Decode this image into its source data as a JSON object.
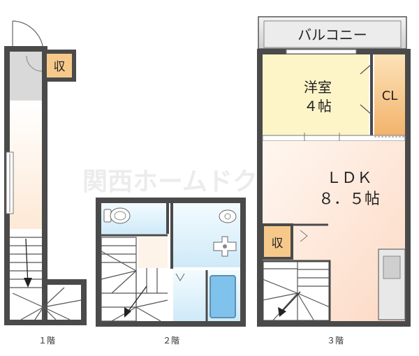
{
  "watermark": "関西ホームドク",
  "floors": [
    {
      "label": "１階"
    },
    {
      "label": "２階"
    },
    {
      "label": "３階"
    }
  ],
  "rooms": {
    "balcony": "バルコニー",
    "western_line1": "洋室",
    "western_line2": "４帖",
    "closet": "CL",
    "ldk_line1": "ＬＤＫ",
    "ldk_line2": "８．５帖",
    "storage_1f": "収",
    "storage_3f": "収"
  },
  "colors": {
    "wall": "#4a4a4a",
    "western_room": "#fdf4c8",
    "closet": "#f6c98b",
    "storage": "#f6c98b",
    "ldk": "#fdeee4",
    "wet_area": "#dff2fb",
    "bathtub": "#7fc3ec",
    "balcony": "#e4e4e4",
    "hall": "#fdf3e8"
  }
}
